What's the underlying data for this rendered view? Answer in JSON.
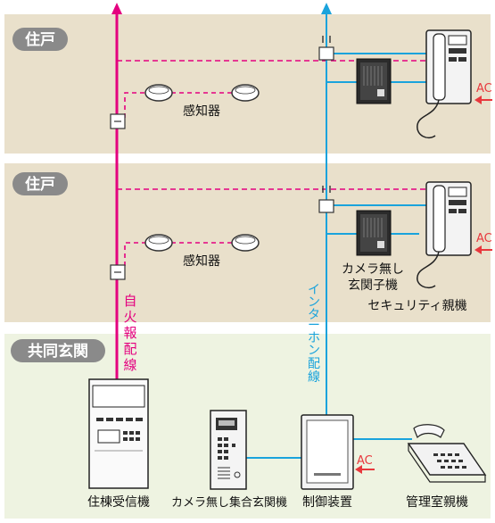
{
  "zones": {
    "unit_label_1": "住戸",
    "unit_label_2": "住戸",
    "common_label": "共同玄関"
  },
  "devices": {
    "detector_label_1": "感知器",
    "detector_label_2": "感知器",
    "door_unit_label_line1": "カメラ無し",
    "door_unit_label_line2": "玄関子機",
    "security_master_label": "セキュリティ親機",
    "fire_receiver_label": "住棟受信機",
    "entrance_panel_label": "カメラ無し集合玄関機",
    "controller_label": "制御装置",
    "manager_station_label": "管理室親機"
  },
  "wiring": {
    "fire_wire_label": [
      "自",
      "火",
      "報",
      "配",
      "線"
    ],
    "intercom_wire_label": [
      "イ",
      "ン",
      "タ",
      "ー",
      "ホ",
      "ン",
      "配",
      "線"
    ],
    "ac_label_1": "AC",
    "ac_label_2": "AC",
    "ac_label_3": "AC"
  },
  "colors": {
    "fire_line": "#e4007f",
    "intercom_line": "#1aa3dc",
    "ac_arrow": "#e8383d",
    "unit_bg": "#e9e0cb",
    "common_bg": "#eef3e1",
    "zone_tag": "#8a8a8a"
  }
}
